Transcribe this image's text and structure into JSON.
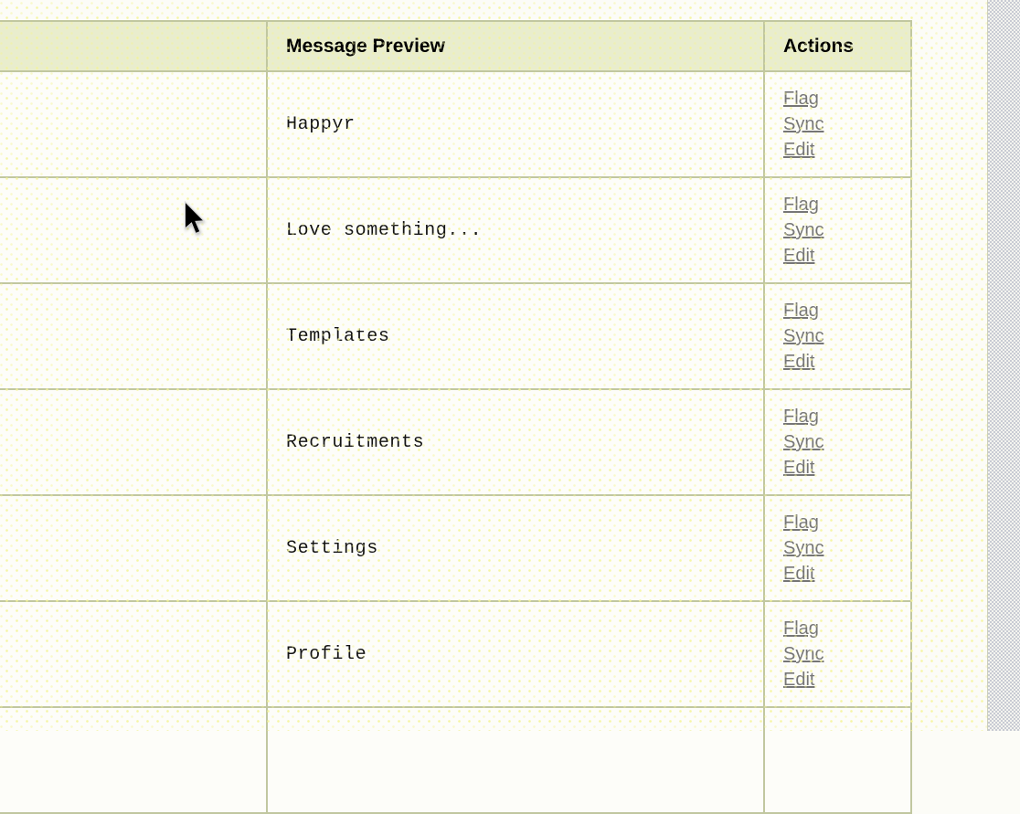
{
  "colors": {
    "header_bg": "#e9edcd",
    "border": "#c1c7a0",
    "link": "#767676",
    "text": "#141414",
    "page_bg": "#fcfcf7",
    "cell_bg": "#fdfdf9"
  },
  "table": {
    "columns": [
      {
        "label": ""
      },
      {
        "label": "Message Preview"
      },
      {
        "label": "Actions"
      }
    ],
    "rows": [
      {
        "preview": "Happyr",
        "actions": [
          "Flag",
          "Sync",
          "Edit"
        ]
      },
      {
        "preview": "Love something...",
        "actions": [
          "Flag",
          "Sync",
          "Edit"
        ]
      },
      {
        "preview": "Templates",
        "actions": [
          "Flag",
          "Sync",
          "Edit"
        ]
      },
      {
        "preview": "Recruitments",
        "actions": [
          "Flag",
          "Sync",
          "Edit"
        ]
      },
      {
        "preview": "Settings",
        "actions": [
          "Flag",
          "Sync",
          "Edit"
        ]
      },
      {
        "preview": "Profile",
        "actions": [
          "Flag",
          "Sync",
          "Edit"
        ]
      }
    ],
    "partial_row": {
      "preview": ""
    }
  },
  "scrollbar": {
    "orientation": "vertical"
  }
}
